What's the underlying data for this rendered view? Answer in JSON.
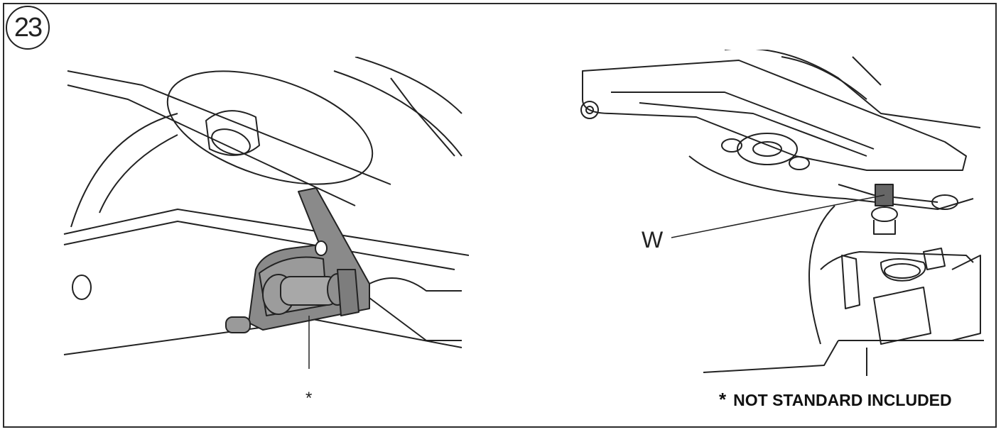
{
  "figure": {
    "number": "23"
  },
  "labels": {
    "left_callout": "*",
    "right_callout": "W"
  },
  "note": {
    "asterisk": "*",
    "text": "NOT STANDARD INCLUDED"
  },
  "colors": {
    "line": "#222222",
    "accessory_fill": "#8a8a8a"
  }
}
